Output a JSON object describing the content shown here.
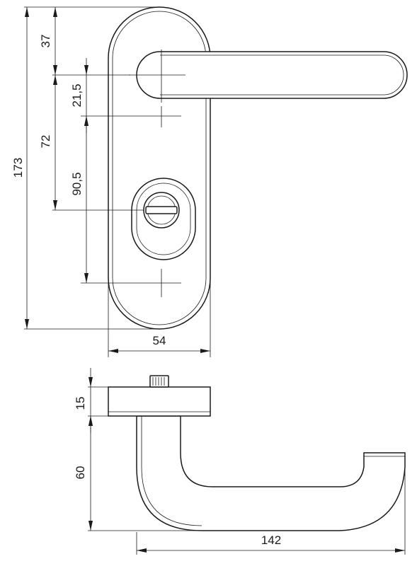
{
  "dimensions": {
    "plate_height_total": "173",
    "top_to_lever_axis": "37",
    "lever_axis_to_spindle": "21,5",
    "spindle_to_cylinder": "72",
    "spindle_to_lower_hole": "90,5",
    "plate_width": "54",
    "rose_thickness": "15",
    "lever_projection": "60",
    "lever_length": "142"
  },
  "colors": {
    "line": "#1a1a1a",
    "background": "#ffffff"
  }
}
